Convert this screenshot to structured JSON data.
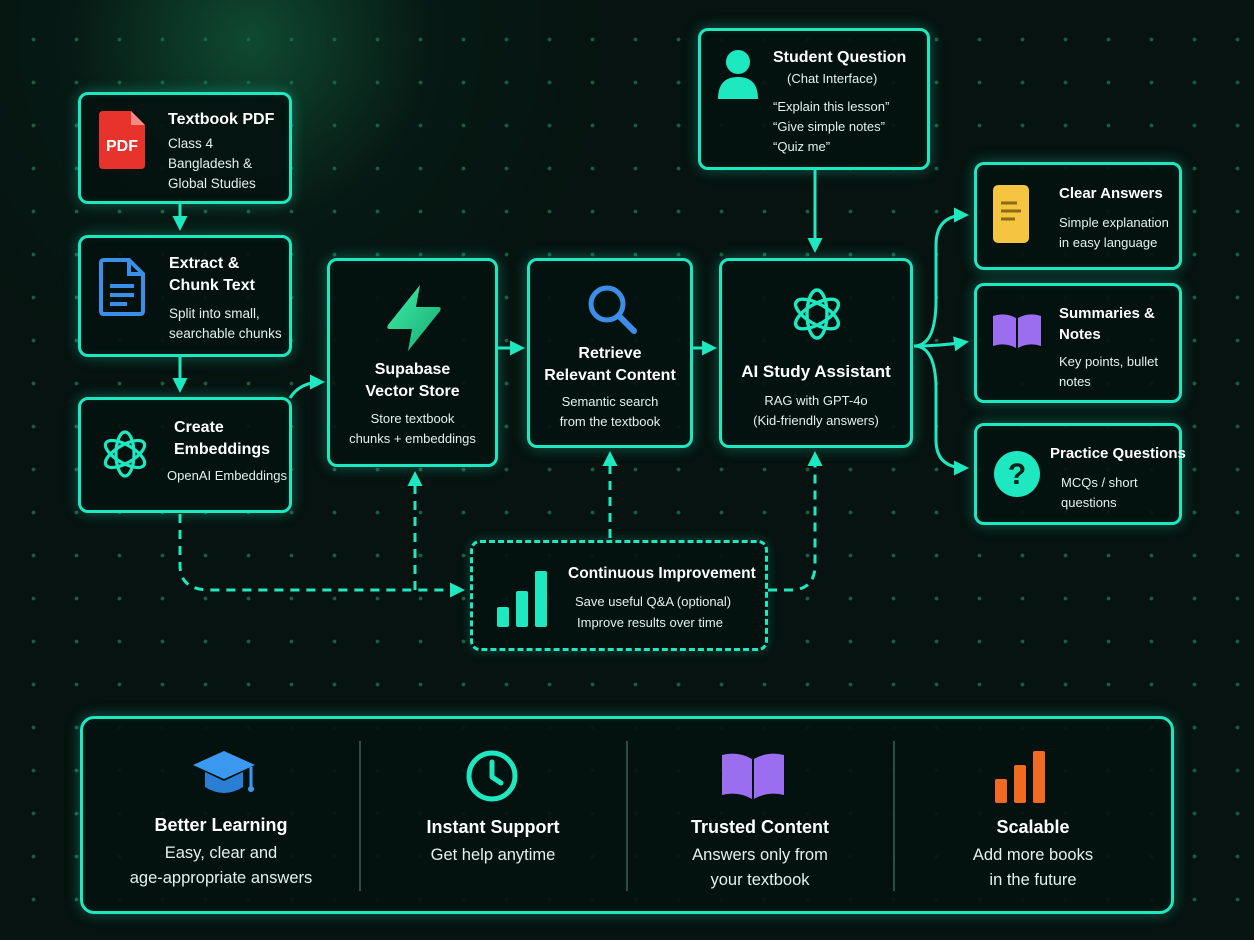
{
  "textbook": {
    "title": "Textbook PDF",
    "icon_text": "PDF",
    "lines": [
      "Class 4",
      "Bangladesh &",
      "Global Studies"
    ]
  },
  "extract": {
    "title_lines": [
      "Extract &",
      "Chunk Text"
    ],
    "lines": [
      "Split into small,",
      "searchable chunks"
    ]
  },
  "embed": {
    "title_lines": [
      "Create",
      "Embeddings"
    ],
    "lines": [
      "OpenAI Embeddings"
    ]
  },
  "supabase": {
    "title_lines": [
      "Supabase",
      "Vector Store"
    ],
    "lines": [
      "Store textbook",
      "chunks + embeddings"
    ]
  },
  "retrieve": {
    "title_lines": [
      "Retrieve",
      "Relevant Content"
    ],
    "lines": [
      "Semantic search",
      "from the textbook"
    ]
  },
  "assistant": {
    "title": "AI Study Assistant",
    "lines": [
      "RAG with GPT-4o",
      "(Kid-friendly answers)"
    ]
  },
  "question": {
    "title": "Student Question",
    "lines": [
      "(Chat Interface)",
      "“Explain this lesson”",
      "“Give simple notes”",
      "“Quiz me”"
    ]
  },
  "improve": {
    "title": "Continuous Improvement",
    "lines": [
      "Save useful Q&A (optional)",
      "Improve results over time"
    ]
  },
  "outputs": [
    {
      "title_lines": [
        "Clear Answers"
      ],
      "lines": [
        "Simple explanation",
        "in easy language"
      ],
      "icon": "notes-icon"
    },
    {
      "title_lines": [
        "Summaries &",
        "Notes"
      ],
      "lines": [
        "Key points, bullet",
        "notes"
      ],
      "icon": "book-icon"
    },
    {
      "title_lines": [
        "Practice Questions"
      ],
      "lines": [
        "MCQs / short",
        "questions"
      ],
      "icon": "question-icon"
    }
  ],
  "benefits": [
    {
      "title": "Better Learning",
      "lines": [
        "Easy, clear and",
        "age-appropriate answers"
      ],
      "icon": "graduation-cap-icon"
    },
    {
      "title": "Instant Support",
      "lines": [
        "Get help anytime"
      ],
      "icon": "clock-icon"
    },
    {
      "title": "Trusted Content",
      "lines": [
        "Answers only from",
        "your textbook"
      ],
      "icon": "book-icon"
    },
    {
      "title": "Scalable",
      "lines": [
        "Add more books",
        "in the future"
      ],
      "icon": "bar-chart-icon"
    }
  ],
  "colors": {
    "accent": "#1ee8c0",
    "background": "#061310",
    "pdf_red": "#e8332d",
    "doc_blue": "#3b8fe8",
    "note_yellow": "#f5c542",
    "purple": "#9b6ef0",
    "orange": "#f26a22"
  }
}
